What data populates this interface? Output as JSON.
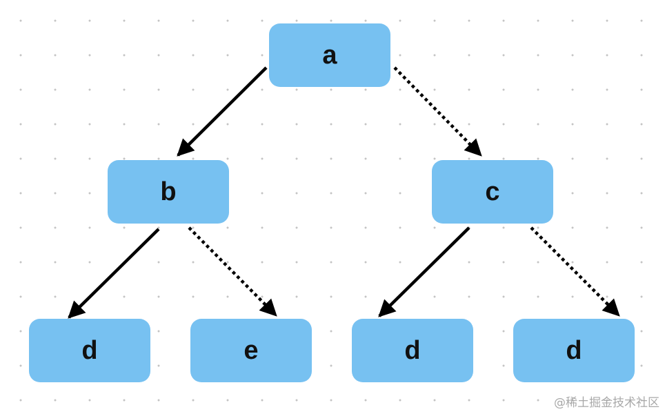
{
  "tree": {
    "nodes": [
      {
        "id": "a",
        "label": "a"
      },
      {
        "id": "b",
        "label": "b"
      },
      {
        "id": "c",
        "label": "c"
      },
      {
        "id": "d1",
        "label": "d"
      },
      {
        "id": "e",
        "label": "e"
      },
      {
        "id": "d2",
        "label": "d"
      },
      {
        "id": "d3",
        "label": "d"
      }
    ],
    "edges": [
      {
        "from": "a",
        "to": "b",
        "style": "solid"
      },
      {
        "from": "a",
        "to": "c",
        "style": "dotted"
      },
      {
        "from": "b",
        "to": "d1",
        "style": "solid"
      },
      {
        "from": "b",
        "to": "e",
        "style": "dotted"
      },
      {
        "from": "c",
        "to": "d2",
        "style": "solid"
      },
      {
        "from": "c",
        "to": "d3",
        "style": "dotted"
      }
    ],
    "colors": {
      "node_fill": "#77c1f1",
      "label": "#111111",
      "edge": "#000000",
      "grid_dot": "#c4c4c4",
      "watermark": "#a8a8a8"
    }
  },
  "watermark": {
    "text": "@稀土掘金技术社区"
  }
}
